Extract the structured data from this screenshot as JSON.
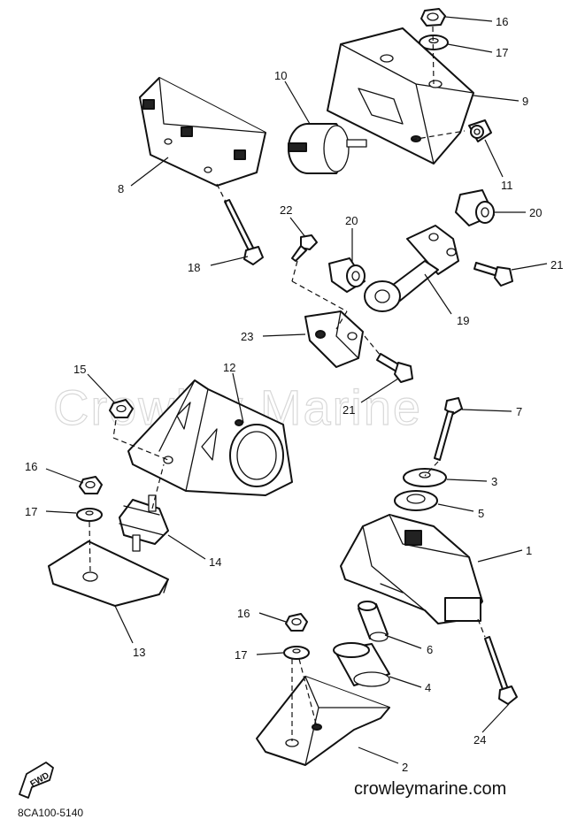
{
  "watermark": "Crowley Marine",
  "footer": {
    "site": "crowleymarine.com",
    "diagram_code": "8CA100-5140"
  },
  "fwd_label": "FWD",
  "callouts": {
    "c1": "1",
    "c2": "2",
    "c3": "3",
    "c4": "4",
    "c5": "5",
    "c6": "6",
    "c7": "7",
    "c8": "8",
    "c9": "9",
    "c10": "10",
    "c11": "11",
    "c12": "12",
    "c13": "13",
    "c14": "14",
    "c15": "15",
    "c16a": "16",
    "c16b": "16",
    "c16c": "16",
    "c17a": "17",
    "c17b": "17",
    "c17c": "17",
    "c18": "18",
    "c19": "19",
    "c20a": "20",
    "c20b": "20",
    "c21a": "21",
    "c21b": "21",
    "c22": "22",
    "c23": "23",
    "c24": "24"
  }
}
